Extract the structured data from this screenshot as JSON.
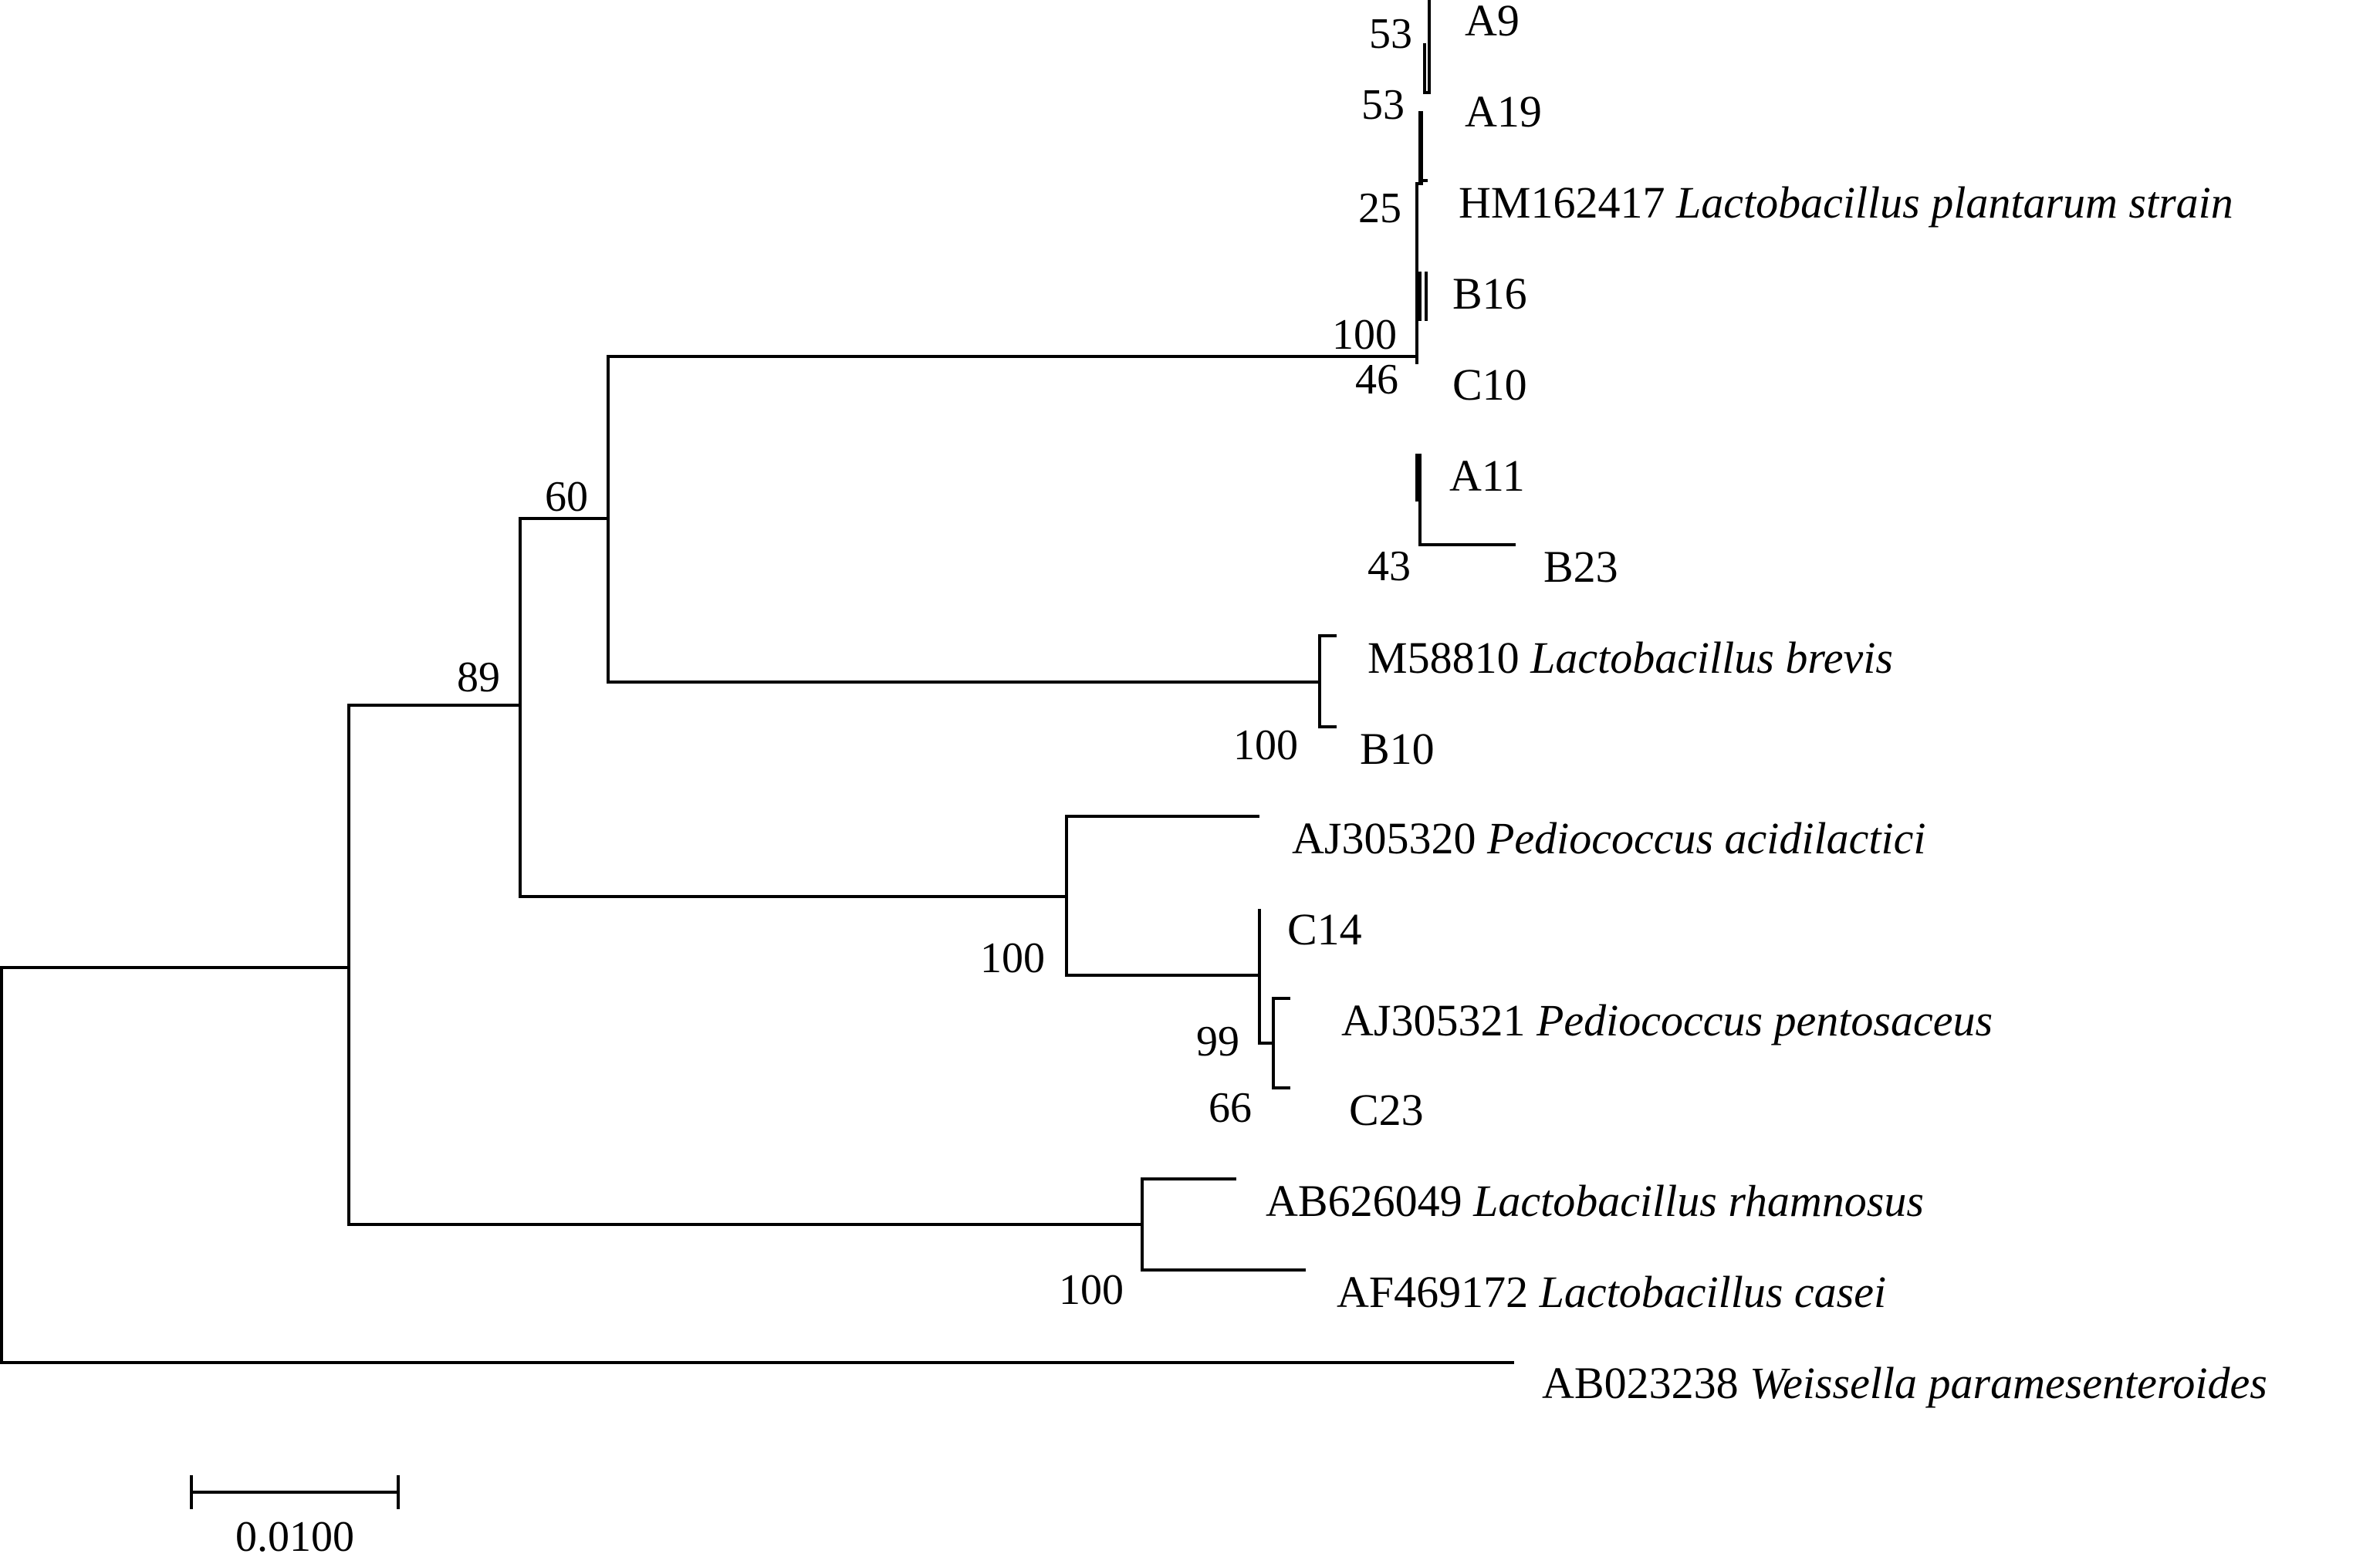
{
  "figure": {
    "type": "phylogenetic-tree",
    "line_color": "#000000",
    "background": "#ffffff"
  },
  "taxa": {
    "a9": {
      "name": "A9"
    },
    "a19": {
      "name": "A19"
    },
    "hm162417": {
      "accession": "HM162417",
      "species": "Lactobacillus plantarum strain"
    },
    "b16": {
      "name": "B16"
    },
    "c10": {
      "name": "C10"
    },
    "a11": {
      "name": "A11"
    },
    "b23": {
      "name": "B23"
    },
    "m58810": {
      "accession": "M58810",
      "species": "Lactobacillus brevis"
    },
    "b10": {
      "name": "B10"
    },
    "aj305320": {
      "accession": "AJ305320",
      "species": "Pediococcus acidilactici"
    },
    "c14": {
      "name": "C14"
    },
    "aj305321": {
      "accession": "AJ305321",
      "species": "Pediococcus pentosaceus"
    },
    "c23": {
      "name": "C23"
    },
    "ab626049": {
      "accession": "AB626049",
      "species": "Lactobacillus rhamnosus"
    },
    "af469172": {
      "accession": "AF469172",
      "species": "Lactobacillus casei"
    },
    "ab023238": {
      "accession": "AB023238",
      "species": "Weissella paramesenteroides"
    }
  },
  "bootstrap": {
    "a9_a19": "53",
    "a19_hm": "53",
    "plantarum_inner": "25",
    "plantarum_clade": "100",
    "b16_c10": "46",
    "b23_node": "43",
    "lactobacillus_pair": "60",
    "ingroup": "89",
    "brevis_clade": "100",
    "pediococcus_clade": "100",
    "c14_node": "99",
    "pentosaceus_c23": "66",
    "rhamnosus_casei": "100"
  },
  "scale_bar": {
    "label": "0.0100",
    "value": 0.01
  }
}
